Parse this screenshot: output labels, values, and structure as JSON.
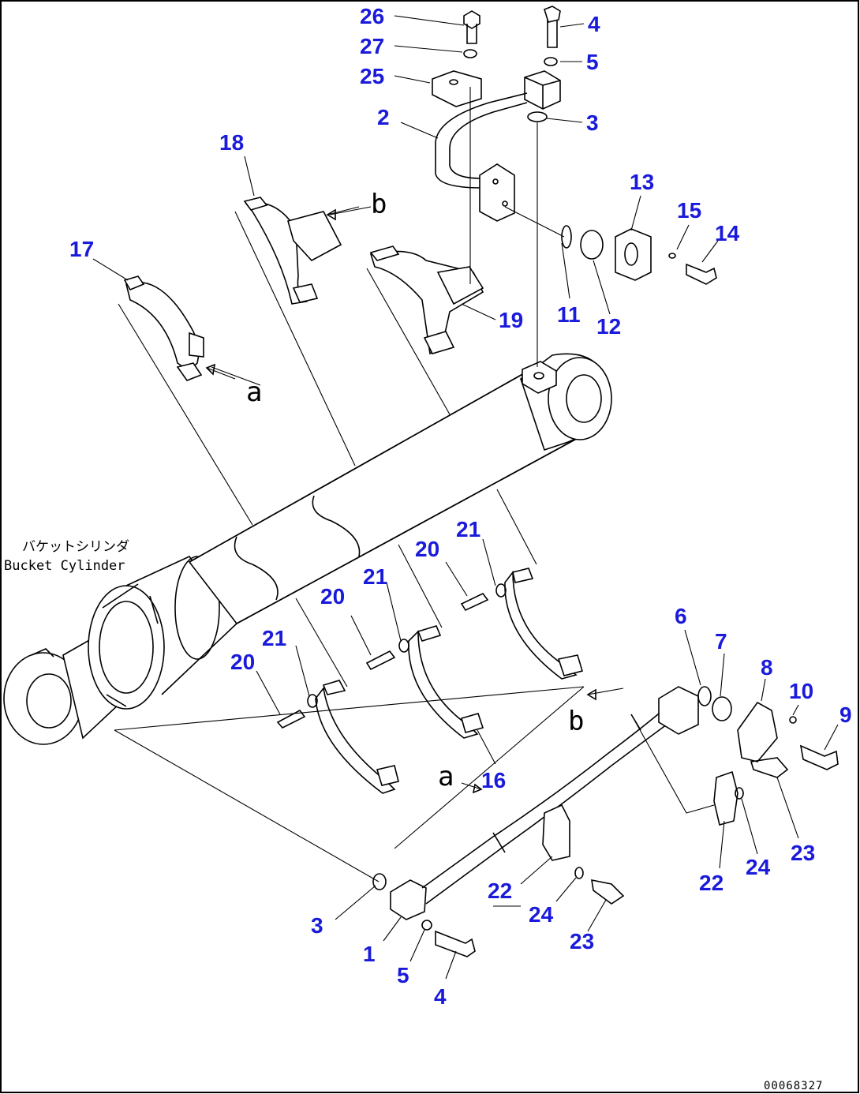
{
  "diagram": {
    "label_jp": "バケットシリンダ",
    "label_en": "Bucket Cylinder",
    "code": "00068327",
    "letters": {
      "a1": "a",
      "a2": "a",
      "b1": "b",
      "b2": "b"
    },
    "callouts": {
      "c26": "26",
      "c27": "27",
      "c25": "25",
      "c4top": "4",
      "c5top": "5",
      "c2": "2",
      "c3top": "3",
      "c18": "18",
      "c13": "13",
      "c15": "15",
      "c14": "14",
      "c17": "17",
      "c19": "19",
      "c11": "11",
      "c12": "12",
      "c21a": "21",
      "c20a": "20",
      "c21b": "21",
      "c20b": "20",
      "c21c": "21",
      "c20c": "20",
      "c6": "6",
      "c7": "7",
      "c8": "8",
      "c10": "10",
      "c9": "9",
      "c16": "16",
      "c22r": "22",
      "c24r": "24",
      "c23r": "23",
      "c22b": "22",
      "c24b": "24",
      "c23b": "23",
      "c3bot": "3",
      "c1": "1",
      "c5bot": "5",
      "c4bot": "4"
    },
    "colors": {
      "callout": "#1a1adb",
      "line": "#000000"
    }
  }
}
